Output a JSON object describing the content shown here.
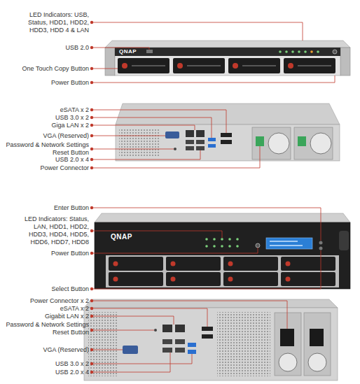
{
  "diagram": {
    "labels": [
      "LED Indicators: USB, Status, HDD1, HDD2, HDD3, HDD 4 & LAN",
      "USB 2.0",
      "One Touch Copy Button",
      "Power Button",
      "eSATA x 2",
      "USB 3.0 x 2",
      "Giga LAN x 2",
      "VGA (Reserved)",
      "Password & Network Settings Reset Button",
      "USB 2.0 x 4",
      "Power Connector",
      "Enter Button",
      "LED Indicators: Status, LAN, HDD1, HDD2, HDD3, HDD4, HDD5, HDD6, HDD7, HDD8",
      "Power Button",
      "Select Button",
      "Power Connector x 2",
      "eSATA x 2",
      "Gigabit LAN x 2",
      "Password & Network Settings Reset Button",
      "VGA (Reserved)",
      "USB 3.0 x 2",
      "USB 2.0 x 4",
      "QNAP",
      "QNAP"
    ]
  }
}
